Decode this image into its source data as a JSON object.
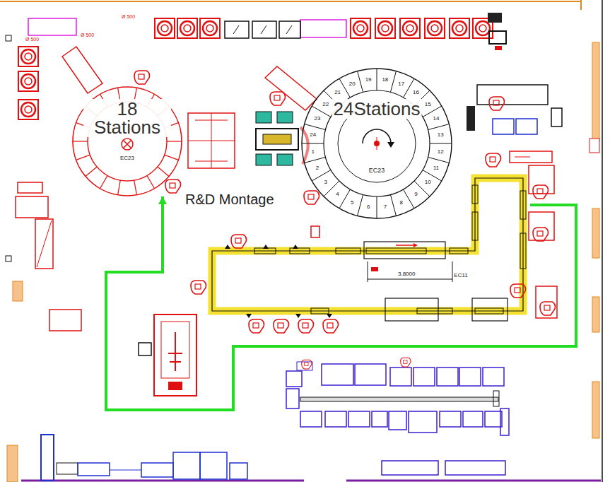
{
  "diagram": {
    "nodes": [
      {
        "text": [
          "18 Stations",
          "EC23"
        ]
      },
      {
        "text": [
          "24Stations",
          "EC23"
        ]
      },
      {
        "text": [
          "EC11"
        ]
      }
    ],
    "edges": [
      {
        "from": 2,
        "to": 0,
        "arrow": "to"
      }
    ],
    "labels": [
      "R&D Montage",
      "3.8000",
      "Ø 500",
      "Ø 500",
      "Ø 500",
      "1",
      "2",
      "3",
      "4",
      "5",
      "6",
      "7",
      "8",
      "9",
      "10",
      "11",
      "12",
      "13",
      "14",
      "15",
      "16",
      "17",
      "18",
      "19",
      "20",
      "21",
      "22",
      "23",
      "24"
    ]
  }
}
